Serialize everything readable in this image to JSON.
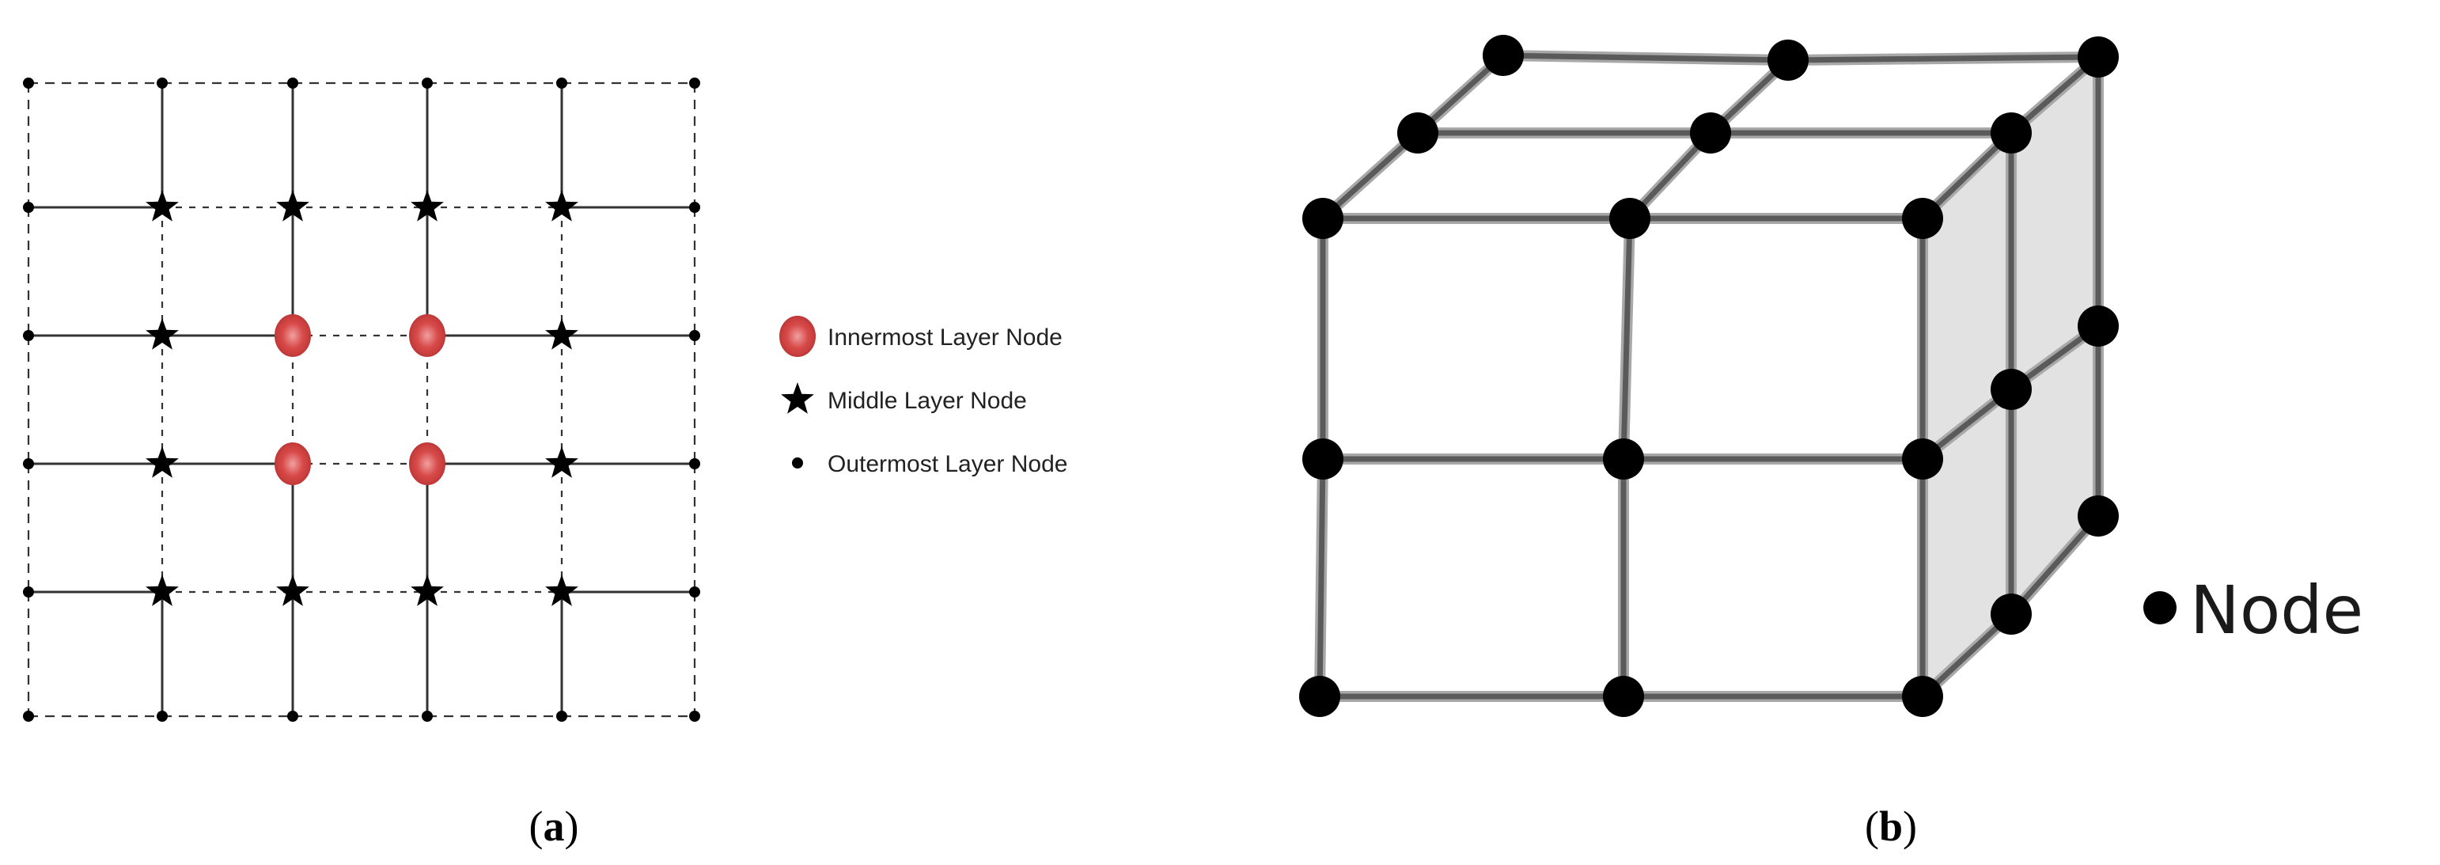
{
  "panel_a": {
    "legend": {
      "innermost_label": "Innermost Layer Node",
      "middle_label": "Middle Layer Node",
      "outermost_label": "Outermost Layer Node"
    },
    "caption_letter": "a",
    "colors": {
      "innermost": "#d84a4a",
      "line": "#333333"
    }
  },
  "panel_b": {
    "legend": {
      "node_label": "Node"
    },
    "caption_letter": "b",
    "colors": {
      "node": "#000000",
      "beam": "#5a5a5a",
      "side_face": "#e2e2e2"
    }
  }
}
